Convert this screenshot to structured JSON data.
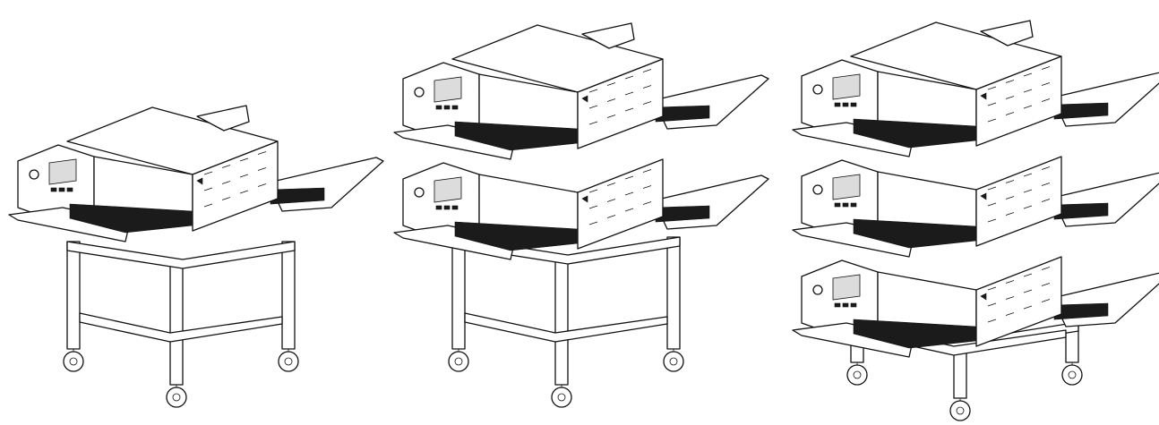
{
  "figure": {
    "description_free": true,
    "colors": {
      "line": "#111111",
      "background": "#ffffff",
      "belt": "#1b1b1b",
      "panel_screen": "#dcdcdc"
    },
    "configurations": [
      {
        "name_key": "single",
        "oven_count": 1
      },
      {
        "name_key": "double",
        "oven_count": 2
      },
      {
        "name_key": "triple",
        "oven_count": 3
      }
    ]
  }
}
